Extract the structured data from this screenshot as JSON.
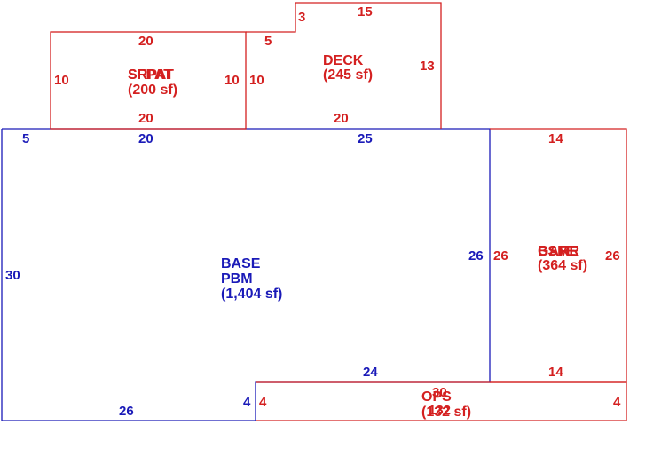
{
  "colors": {
    "base": "#1a1ab8",
    "addition": "#d42020"
  },
  "areas": {
    "base": {
      "lines": [
        "BASE",
        "PBM",
        "(1,404 sf)"
      ],
      "dims": {
        "left": "30",
        "top_left": "5",
        "top_a": "20",
        "top_b": "25",
        "right": "26",
        "inner": "24",
        "step": "4",
        "bottom": "26"
      }
    },
    "patio": {
      "lines": [
        "SRPAT",
        "(200 sf)"
      ],
      "overlap": "SFPAT",
      "dims": {
        "top": "20",
        "bottom": "20",
        "left": "10",
        "right": "10"
      }
    },
    "deck": {
      "lines": [
        "DECK",
        "(245 sf)"
      ],
      "dims": {
        "top": "15",
        "notch": "3",
        "step": "5",
        "left": "10",
        "right": "13",
        "bottom": "20"
      }
    },
    "garage": {
      "lines": [
        "BSMR",
        "(364 sf)"
      ],
      "overlap": [
        "BSFE",
        "GARE"
      ],
      "dims": {
        "top": "14",
        "bottom": "14",
        "left": "26",
        "right": "26"
      }
    },
    "ops": {
      "lines": [
        "OPS",
        "(132 sf)"
      ],
      "overlap": [
        "30",
        "132"
      ],
      "dims": {
        "left": "4",
        "right": "4"
      }
    }
  }
}
